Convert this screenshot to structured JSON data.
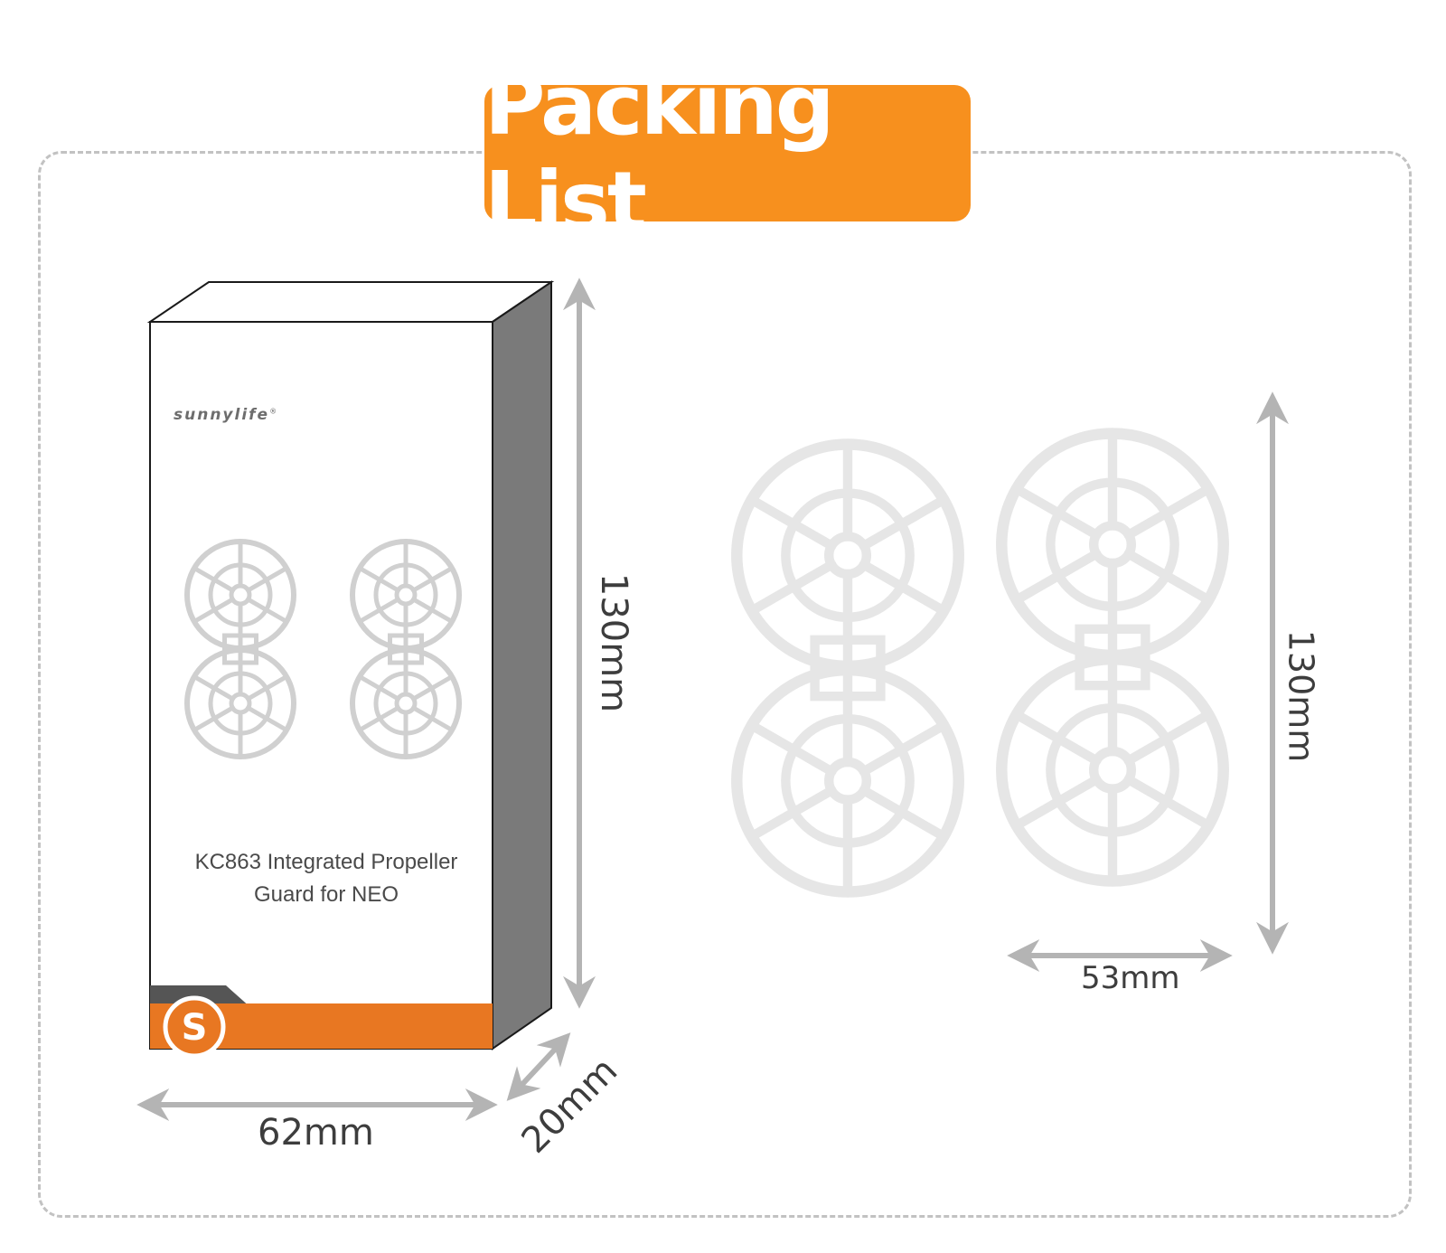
{
  "title": "Packing List",
  "box": {
    "brand": "sunnylife",
    "brand_mark": "®",
    "product_line1": "KC863 Integrated Propeller",
    "product_line2": "Guard for NEO",
    "logo_letter": "S"
  },
  "dimensions": {
    "box_height": "130mm",
    "box_width": "62mm",
    "box_depth": "20mm",
    "guard_height": "130mm",
    "guard_width": "53mm"
  },
  "colors": {
    "accent": "#f7901e",
    "box_orange": "#e87722",
    "box_dark": "#555555",
    "box_side": "#7a7a7a",
    "guard": "#e6e6e6",
    "arrow": "#b4b4b4"
  },
  "icons": [
    "propeller-guard-icon",
    "sunnylife-logo-icon",
    "dimension-arrow-icon"
  ]
}
